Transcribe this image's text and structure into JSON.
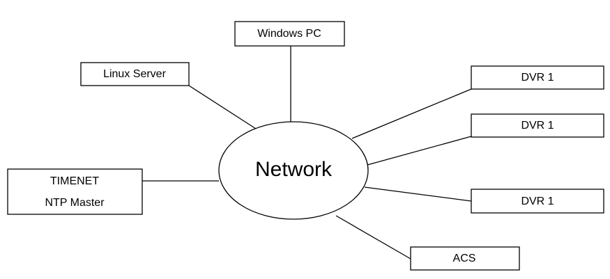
{
  "colors": {
    "stroke": "#000000",
    "fill": "#ffffff",
    "text": "#000000"
  },
  "hub": {
    "label": "Network"
  },
  "nodes": {
    "windows_pc": {
      "label": "Windows PC"
    },
    "linux_server": {
      "label": "Linux Server"
    },
    "timenet": {
      "line1": "TIMENET",
      "line2": "NTP Master"
    },
    "dvr_a": {
      "label": "DVR 1"
    },
    "dvr_b": {
      "label": "DVR 1"
    },
    "dvr_c": {
      "label": "DVR 1"
    },
    "acs": {
      "label": "ACS"
    }
  }
}
